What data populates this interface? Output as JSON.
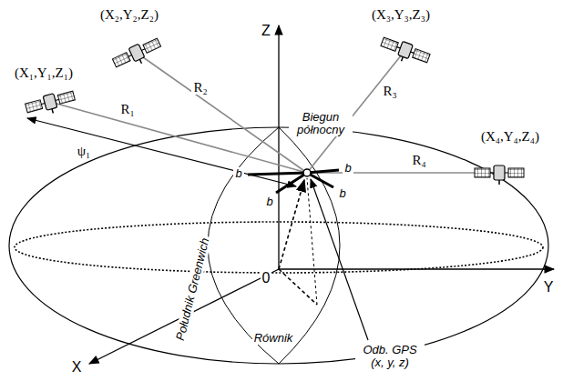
{
  "diagram": {
    "labels": [
      "(X₂,Y₂,Z₂)",
      "(X₃,Y₃,Z₃)",
      "(X₁,Y₁,Z₁)",
      "(X₄,Y₄,Z₄)",
      "Z",
      "R₂",
      "R₃",
      "R₁",
      "Biegun północny",
      "ψ₁",
      "R₄",
      "b",
      "b",
      "b",
      "b",
      "Y",
      "0",
      "Południk Greenwich",
      "Równik",
      "X",
      "Odb. GPS (x, y, z)"
    ]
  }
}
